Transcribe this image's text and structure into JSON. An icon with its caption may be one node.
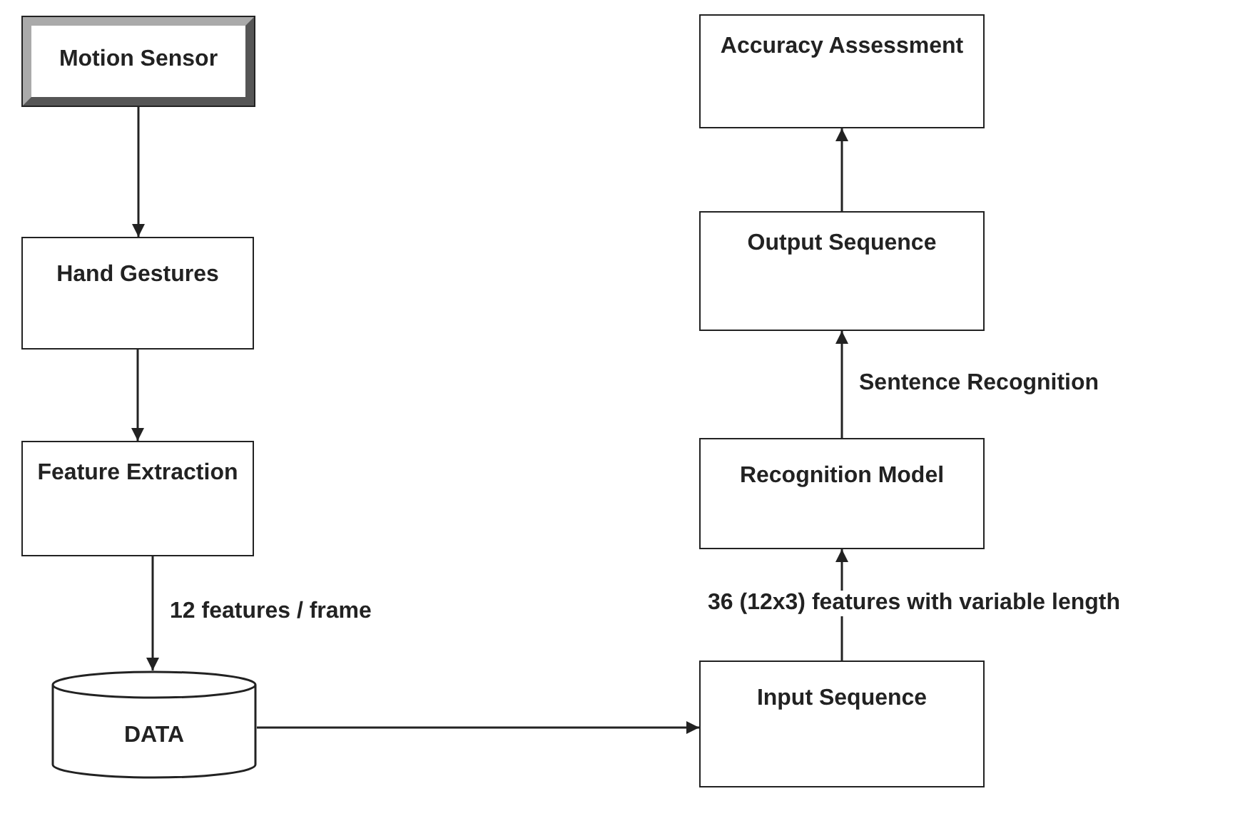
{
  "diagram": {
    "nodes": [
      {
        "text": [
          "Motion Sensor"
        ]
      },
      {
        "text": [
          "Hand Gestures"
        ]
      },
      {
        "text": [
          "Feature Extraction"
        ]
      },
      {
        "text": [
          "DATA"
        ]
      },
      {
        "text": [
          "Input Sequence"
        ]
      },
      {
        "text": [
          "Recognition Model"
        ]
      },
      {
        "text": [
          "Output Sequence"
        ]
      },
      {
        "text": [
          "Accuracy Assessment"
        ]
      }
    ],
    "edges": [
      {
        "from": 0,
        "to": 1,
        "arrow": "to"
      },
      {
        "from": 1,
        "to": 2,
        "arrow": "to"
      },
      {
        "from": 2,
        "to": 3,
        "arrow": "to",
        "label": "12 features / frame"
      },
      {
        "from": 3,
        "to": 4,
        "arrow": "to"
      },
      {
        "from": 4,
        "to": 5,
        "arrow": "to",
        "label": "36 (12x3) features with variable length"
      },
      {
        "from": 5,
        "to": 6,
        "arrow": "to",
        "label": "Sentence Recognition"
      },
      {
        "from": 6,
        "to": 7,
        "arrow": "to"
      }
    ]
  }
}
